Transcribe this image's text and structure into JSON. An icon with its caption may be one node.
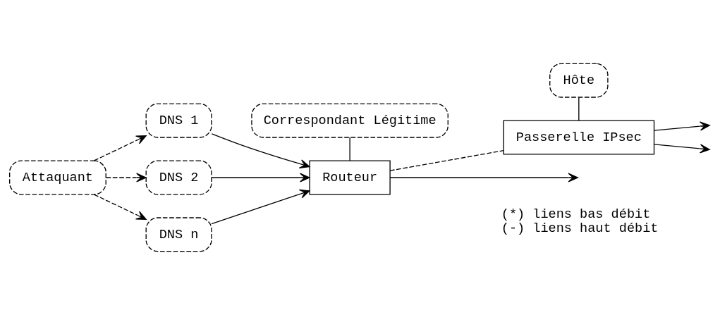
{
  "diagram": {
    "nodes": [
      {
        "text": [
          "Correspondant Légitime"
        ]
      },
      {
        "text": [
          "DNS 1"
        ]
      },
      {
        "text": [
          "Hôte"
        ]
      },
      {
        "text": [
          "Attaquant"
        ]
      },
      {
        "text": [
          "DNS 2"
        ]
      },
      {
        "text": [
          "Routeur"
        ]
      },
      {
        "text": [
          "Passerelle IPsec"
        ]
      },
      {
        "text": [
          "DNS n"
        ]
      }
    ],
    "edges": [
      {
        "from": 3,
        "to": 1,
        "arrow": "to",
        "style": "dashed"
      },
      {
        "from": 3,
        "to": 4,
        "arrow": "to",
        "style": "dashed"
      },
      {
        "from": 3,
        "to": 7,
        "arrow": "to",
        "style": "dashed"
      },
      {
        "from": 1,
        "to": 5,
        "arrow": "to"
      },
      {
        "from": 4,
        "to": 5,
        "arrow": "to"
      },
      {
        "from": 7,
        "to": 5,
        "arrow": "to"
      },
      {
        "from": 0,
        "to": 5,
        "arrow": "none"
      },
      {
        "from": 5,
        "to": null,
        "arrow": "to"
      },
      {
        "from": 5,
        "to": 6,
        "arrow": "none",
        "style": "dashed"
      },
      {
        "from": 2,
        "to": 6,
        "arrow": "none"
      },
      {
        "from": 6,
        "to": null,
        "arrow": "to"
      },
      {
        "from": 6,
        "to": null,
        "arrow": "to"
      }
    ],
    "legend": [
      {
        "text": "(*) liens bas débit"
      },
      {
        "text": "(-) liens haut débit"
      }
    ]
  }
}
